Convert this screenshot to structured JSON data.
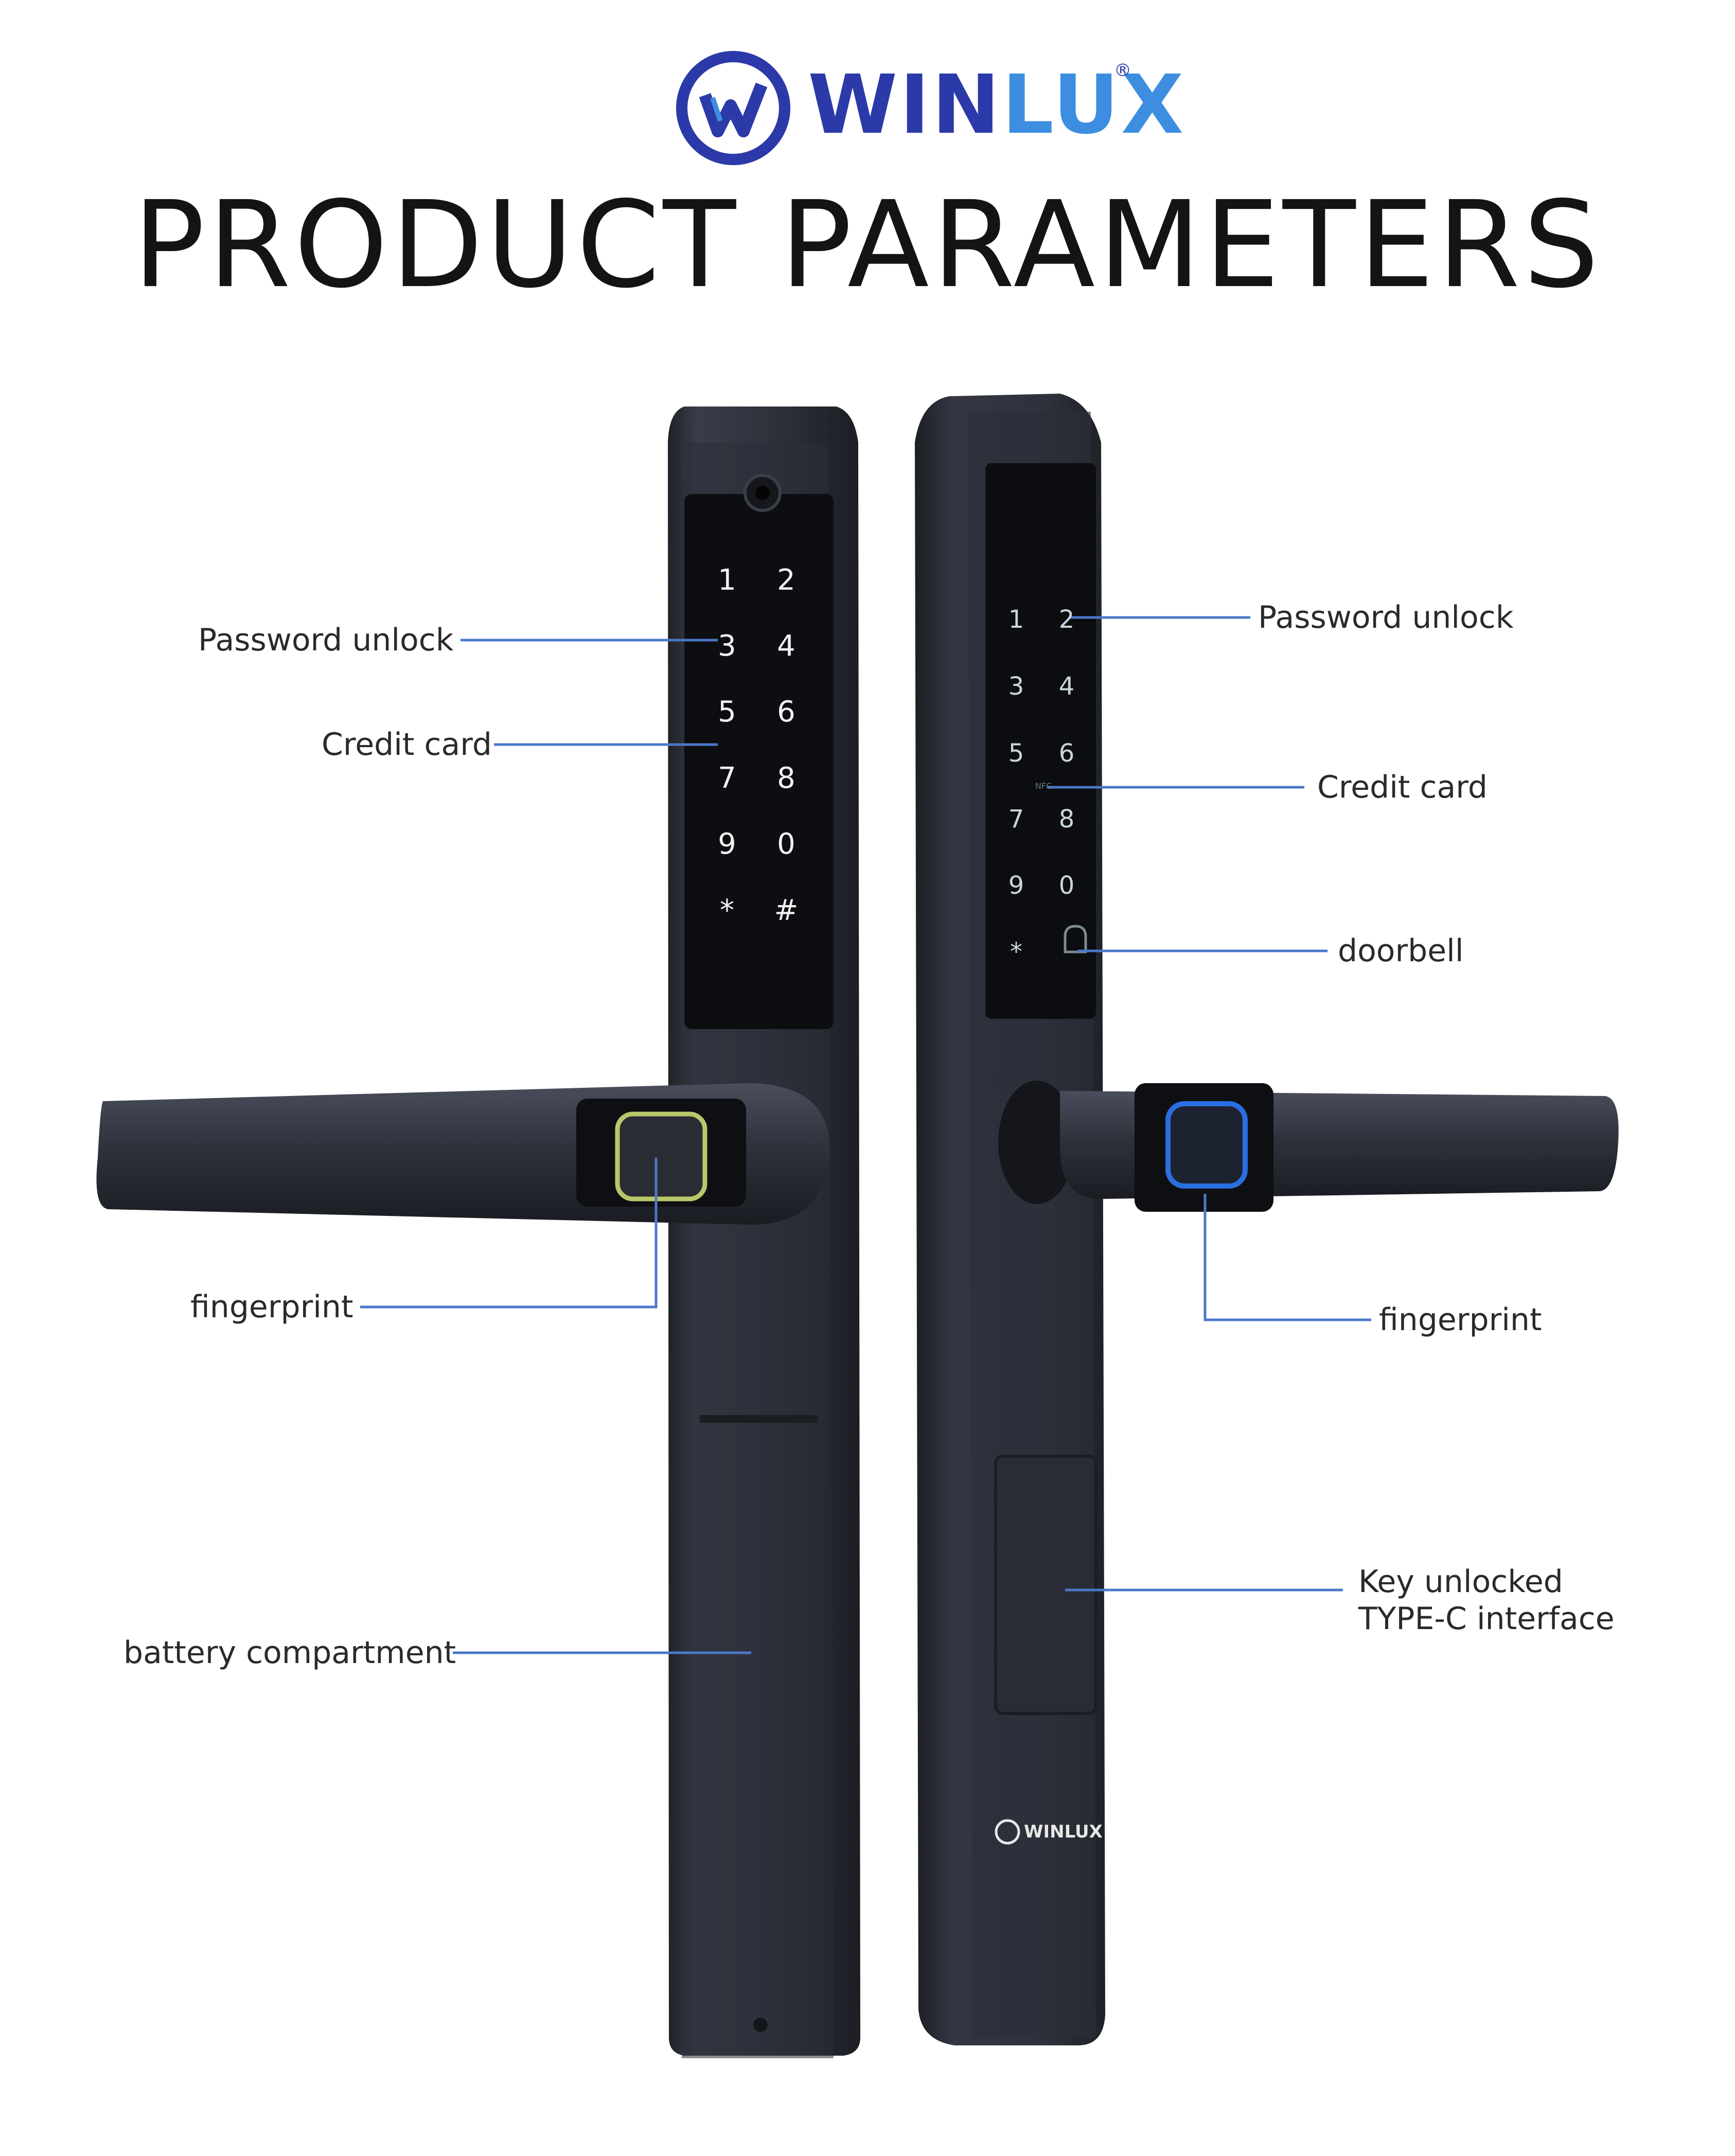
{
  "brand": {
    "name_part1": "WIN",
    "name_part2": "LUX",
    "registered": "®",
    "colors": {
      "dark_blue": "#2b3aa8",
      "light_blue": "#3d8ee0"
    }
  },
  "title": "PRODUCT PARAMETERS",
  "left_callouts": {
    "password": "Password unlock",
    "card": "Credit card",
    "fingerprint": "fingerprint",
    "battery": "battery compartment"
  },
  "right_callouts": {
    "password": "Password unlock",
    "card": "Credit card",
    "doorbell": "doorbell",
    "fingerprint": "fingerprint",
    "key_line1": "Key unlocked",
    "key_line2": "TYPE-C interface"
  },
  "left_keypad": [
    "1",
    "2",
    "3",
    "4",
    "5",
    "6",
    "7",
    "8",
    "9",
    "0",
    "*",
    "#"
  ],
  "right_keypad": [
    "1",
    "2",
    "3",
    "4",
    "5",
    "6",
    "7",
    "8",
    "9",
    "0",
    "*"
  ],
  "nfc_mark": "NFC",
  "product_brand": "WINLUX",
  "icons": [
    "winlux-logo-icon",
    "doorbell-icon",
    "fingerprint-sensor-icon",
    "camera-lens-icon"
  ],
  "colors": {
    "lock_body": "#2f323c",
    "callout_line": "#4a78c8",
    "fingerprint_left": "#b9c86a",
    "fingerprint_right": "#2a6fe0"
  }
}
